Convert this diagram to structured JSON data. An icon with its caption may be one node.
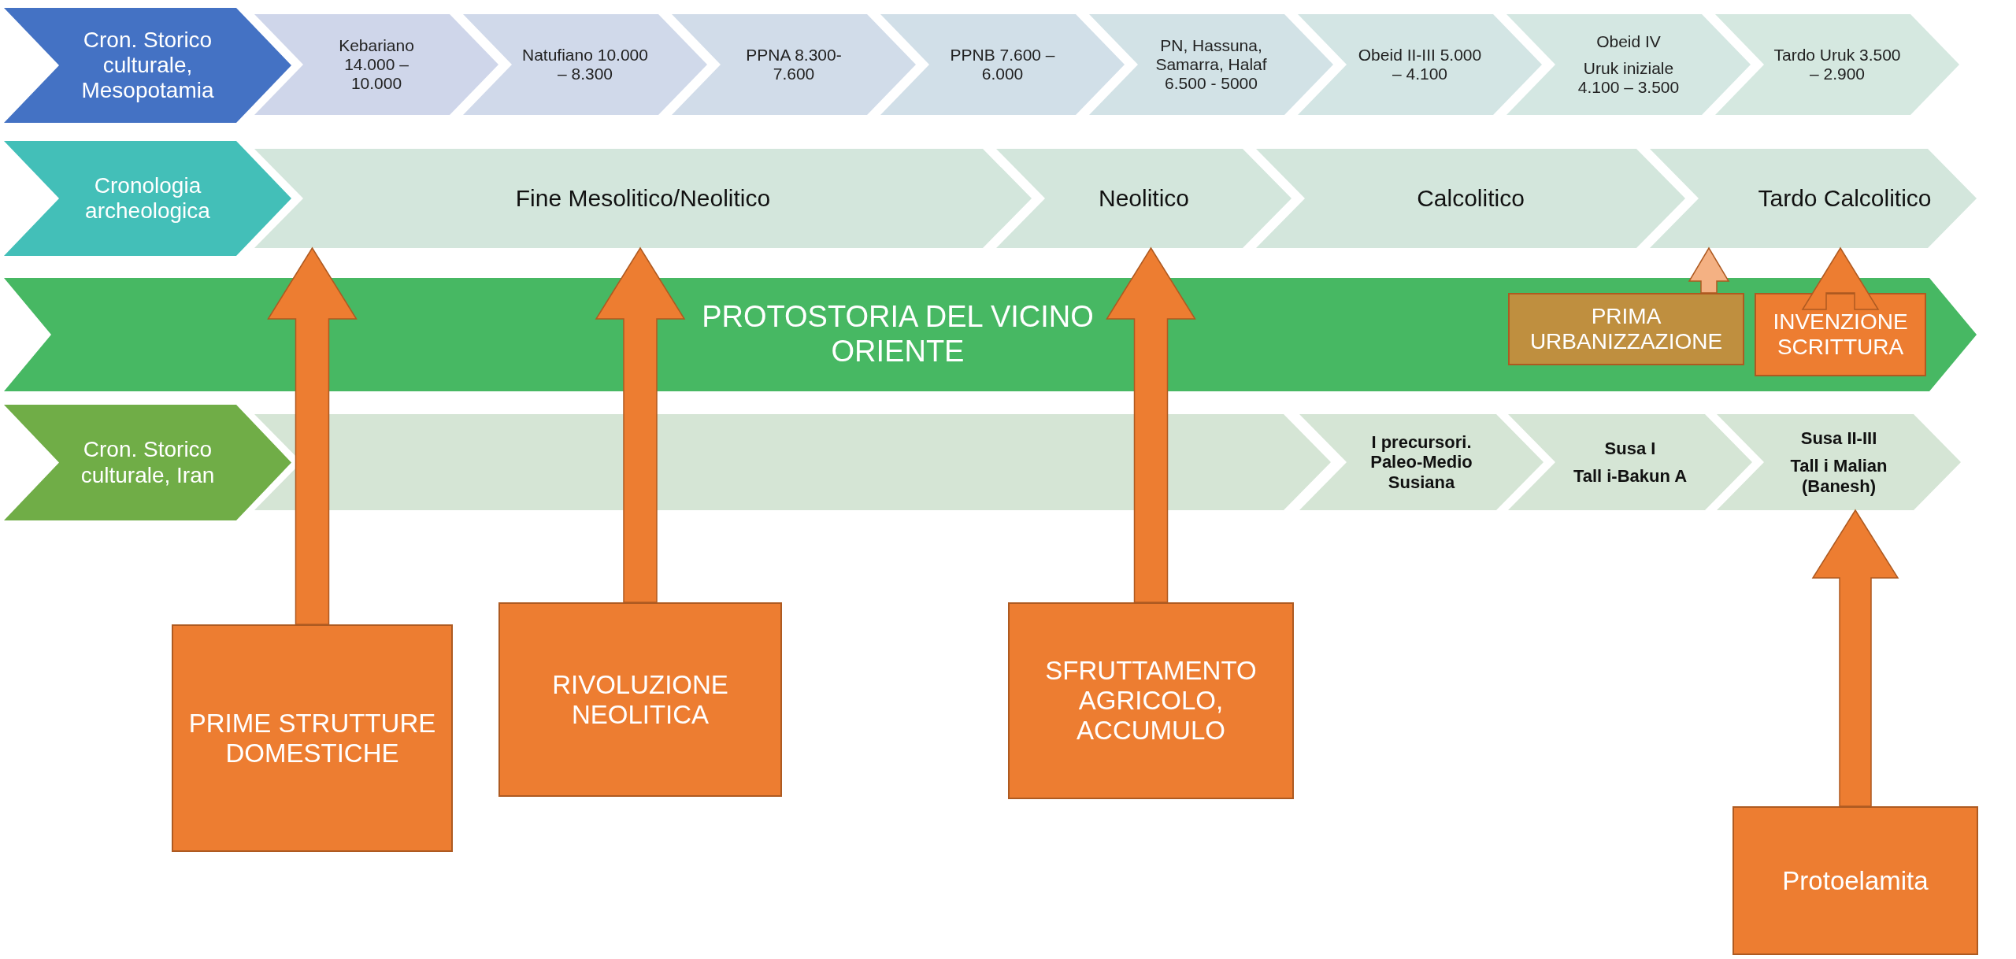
{
  "diagram": {
    "nodes": [
      {
        "text": [
          "Cron. Storico culturale, Mesopotamia"
        ]
      },
      {
        "text": [
          "Kebariano 14.000 – 10.000"
        ]
      },
      {
        "text": [
          "Natufiano 10.000 – 8.300"
        ]
      },
      {
        "text": [
          "PPNA 8.300- 7.600"
        ]
      },
      {
        "text": [
          "PPNB 7.600 – 6.000"
        ]
      },
      {
        "text": [
          "PN, Hassuna, Samarra, Halaf 6.500 - 5000"
        ]
      },
      {
        "text": [
          "Obeid II-III 5.000 – 4.100"
        ]
      },
      {
        "text": [
          "Obeid IV",
          "Uruk iniziale 4.100 – 3.500"
        ]
      },
      {
        "text": [
          "Tardo Uruk 3.500 – 2.900"
        ]
      },
      {
        "text": [
          "Cronologia archeologica"
        ]
      },
      {
        "text": [
          "Fine Mesolitico/Neolitico"
        ]
      },
      {
        "text": [
          "Neolitico"
        ]
      },
      {
        "text": [
          "Calcolitico"
        ]
      },
      {
        "text": [
          "Tardo Calcolitico"
        ]
      },
      {
        "text": [
          "PROTOSTORIA DEL VICINO ORIENTE"
        ]
      },
      {
        "text": [
          "Cron. Storico culturale, Iran"
        ]
      },
      {
        "text": [],
        "shape": "chevron"
      },
      {
        "text": [
          "I precursori. Paleo-Medio Susiana"
        ]
      },
      {
        "text": [
          "Susa I",
          "Tall i-Bakun A"
        ]
      },
      {
        "text": [
          "Susa II-III",
          "Tall i Malian (Banesh)"
        ]
      },
      {
        "text": [
          "PRIME STRUTTURE DOMESTICHE"
        ]
      },
      {
        "text": [
          "RIVOLUZIONE NEOLITICA"
        ]
      },
      {
        "text": [
          "SFRUTTAMENTO AGRICOLO, ACCUMULO"
        ]
      },
      {
        "text": [
          "PRIMA URBANIZZAZIONE"
        ],
        "in": 14
      },
      {
        "text": [
          "INVENZIONE SCRITTURA"
        ],
        "in": 14
      },
      {
        "text": [
          "Protoelamita"
        ]
      }
    ],
    "edges": [
      {
        "from": 20,
        "to": 10,
        "arrow": "to"
      },
      {
        "from": 21,
        "to": 10,
        "arrow": "to"
      },
      {
        "from": 22,
        "to": 11,
        "arrow": "to"
      },
      {
        "from": 23,
        "to": 13,
        "arrow": "to",
        "color": "#f4b183"
      },
      {
        "from": 24,
        "to": 13,
        "arrow": "to"
      },
      {
        "from": 25,
        "to": 19,
        "arrow": "to"
      }
    ]
  }
}
